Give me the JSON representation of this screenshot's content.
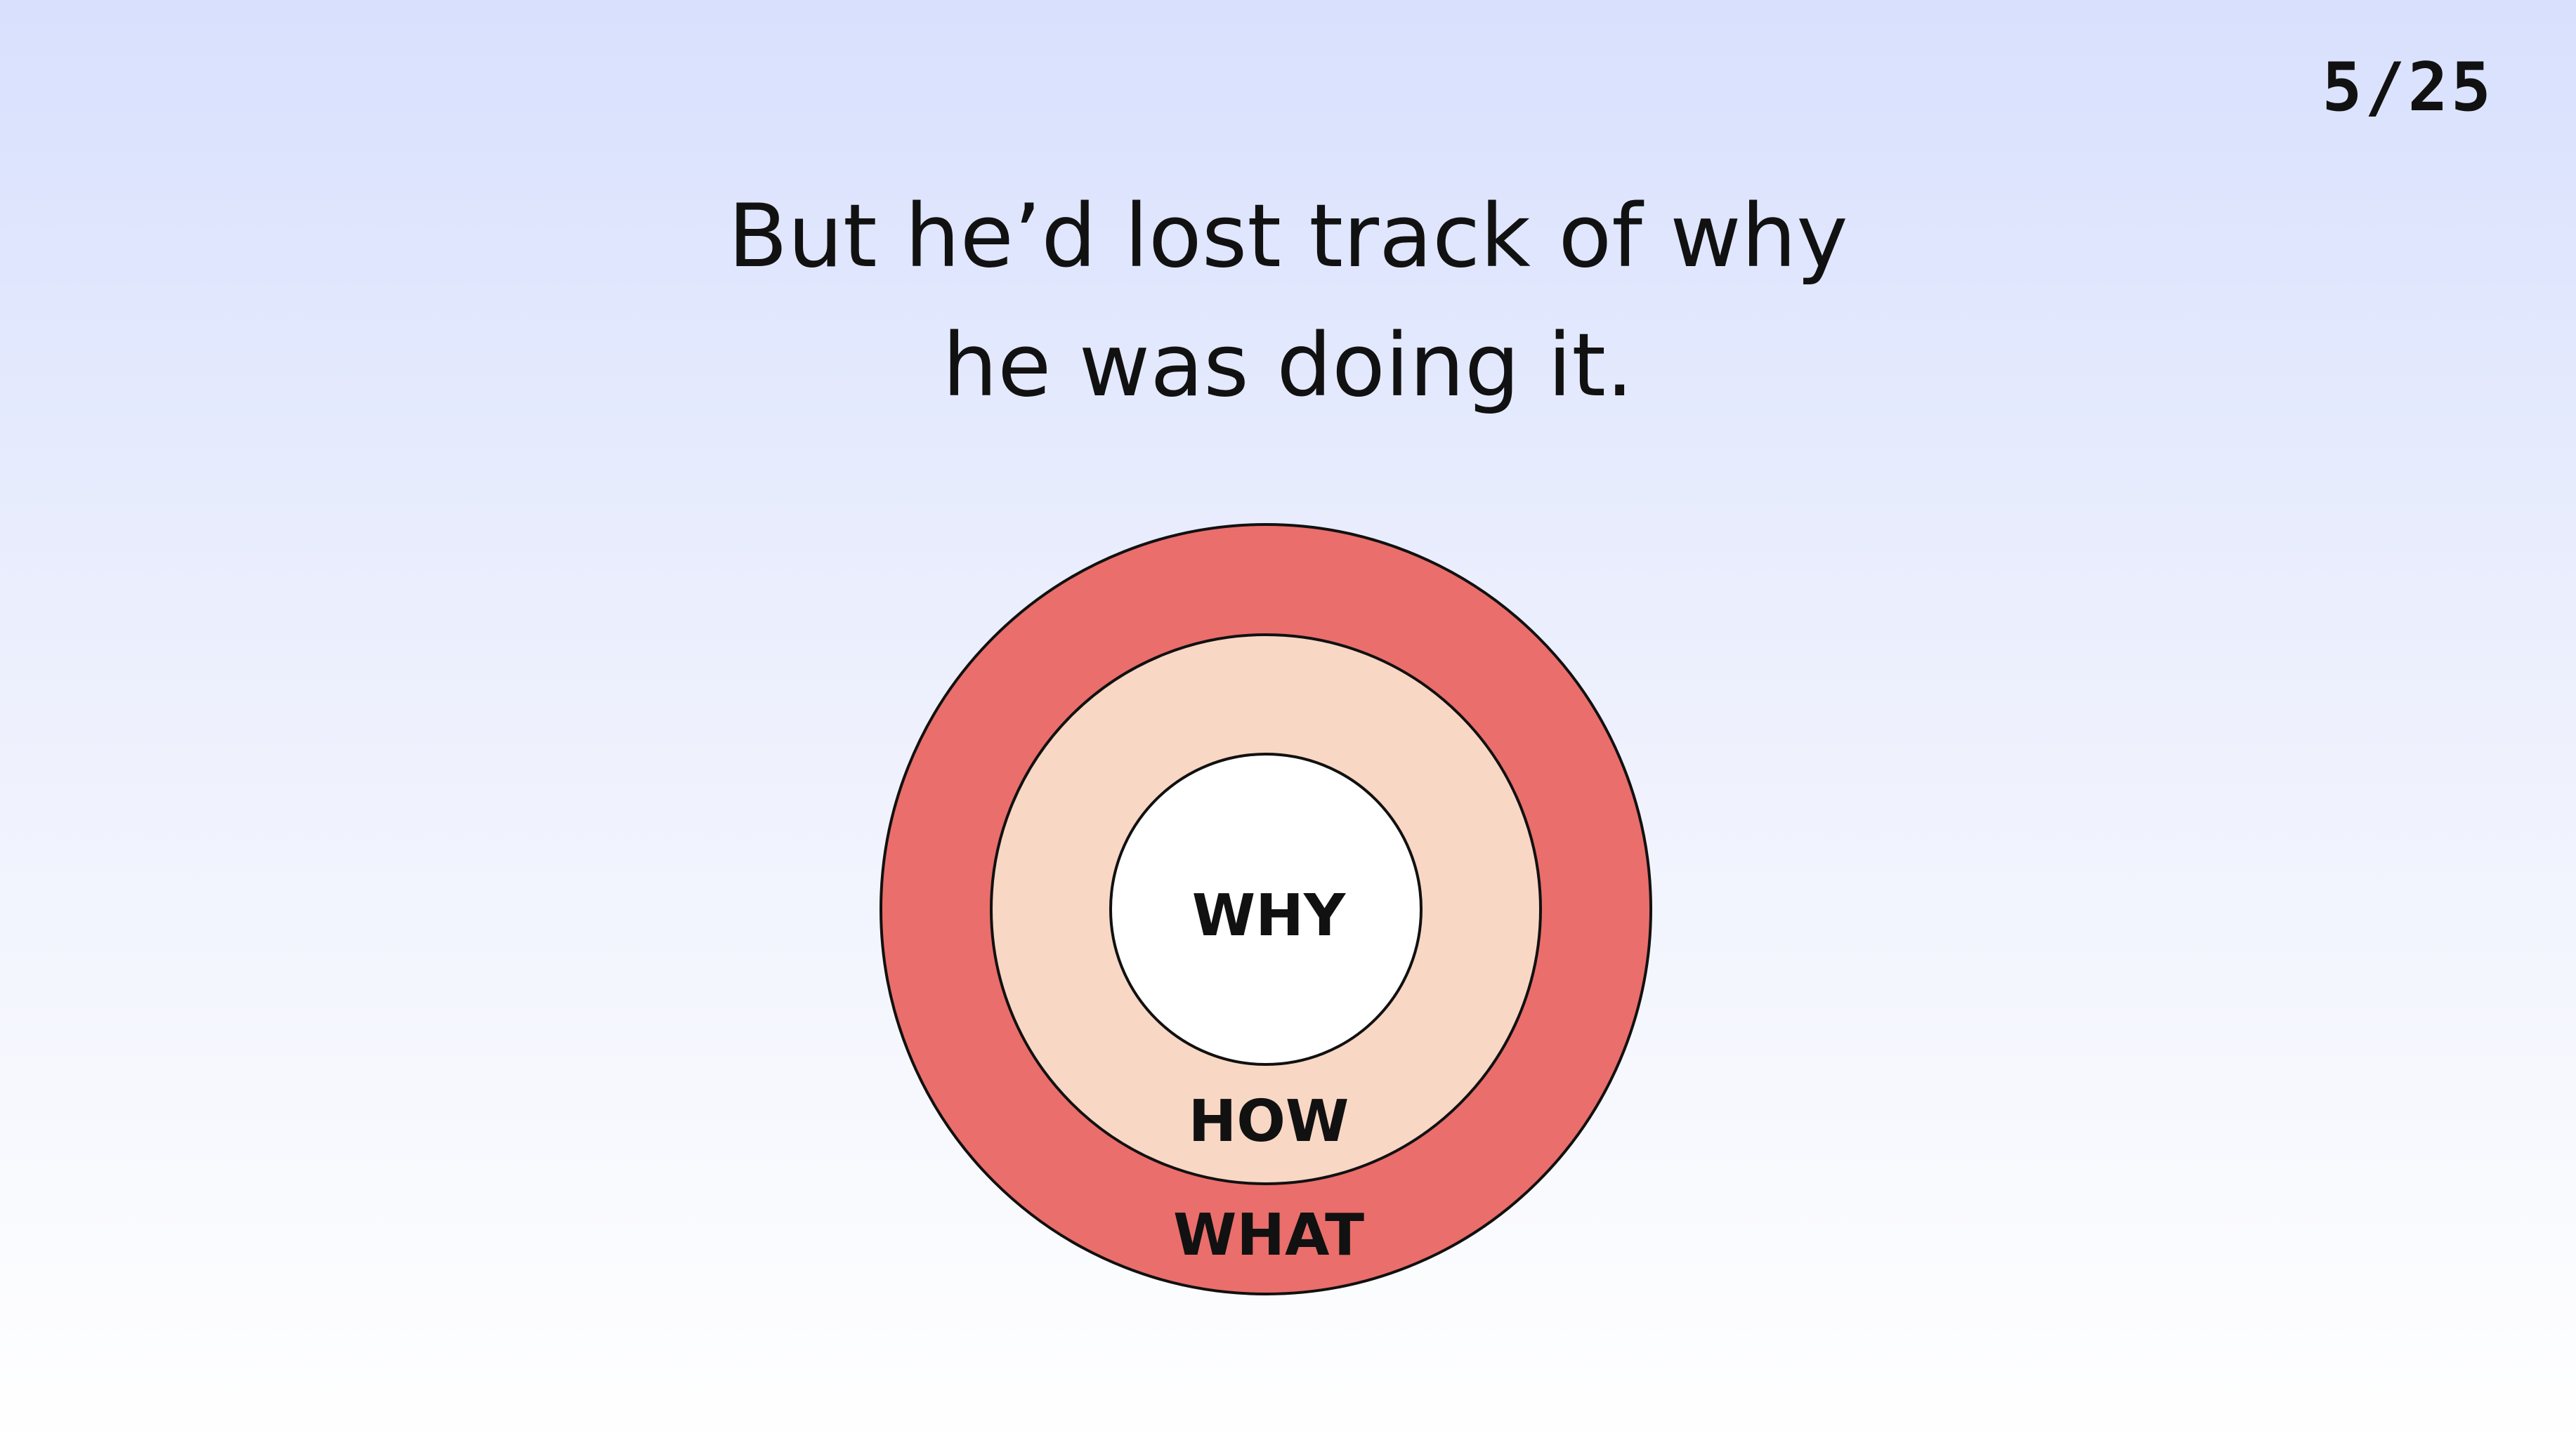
{
  "slide": {
    "counter": "5/25",
    "headline_line1": "But he’d lost track of why",
    "headline_line2": "he was doing it."
  },
  "diagram": {
    "rings": [
      {
        "id": "what",
        "label": "WHAT",
        "color": "#ea6e6b"
      },
      {
        "id": "how",
        "label": "HOW",
        "color": "#f8d7c4"
      },
      {
        "id": "why",
        "label": "WHY",
        "color": "#ffffff"
      }
    ],
    "outline_color": "#111111"
  }
}
